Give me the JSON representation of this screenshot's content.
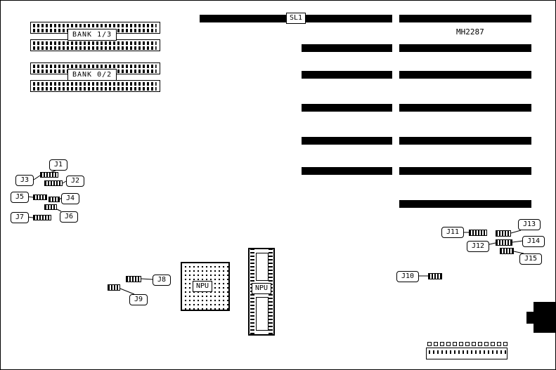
{
  "board": {
    "model": "MH2287",
    "slot_label": "SL1",
    "memory_banks": [
      {
        "label": "BANK 1/3"
      },
      {
        "label": "BANK 0/2"
      }
    ],
    "sockets": {
      "pga_npu_label": "NPU",
      "dip_npu_label": "NPU"
    },
    "jumpers": [
      {
        "id": "J1"
      },
      {
        "id": "J2"
      },
      {
        "id": "J3"
      },
      {
        "id": "J4"
      },
      {
        "id": "J5"
      },
      {
        "id": "J6"
      },
      {
        "id": "J7"
      },
      {
        "id": "J8"
      },
      {
        "id": "J9"
      },
      {
        "id": "J10"
      },
      {
        "id": "J11"
      },
      {
        "id": "J12"
      },
      {
        "id": "J13"
      },
      {
        "id": "J14"
      },
      {
        "id": "J15"
      }
    ],
    "colors": {
      "line": "#000000",
      "background": "#ffffff"
    }
  }
}
